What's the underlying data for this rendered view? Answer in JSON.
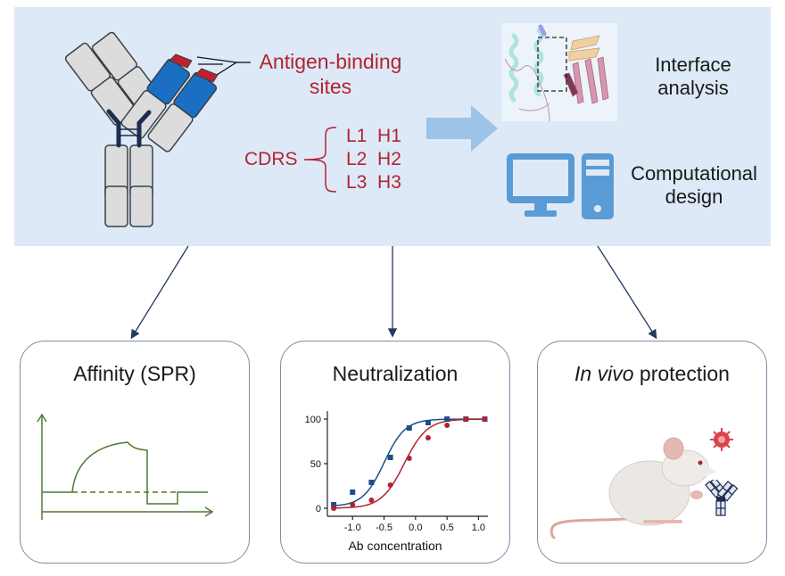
{
  "top_panel": {
    "antigen_label_line1": "Antigen-binding",
    "antigen_label_line2": "sites",
    "cdrs_label": "CDRS",
    "cdr_rows": [
      "L1  H1",
      "L2  H2",
      "L3  H3"
    ],
    "interface_line1": "Interface",
    "interface_line2": "analysis",
    "computational_line1": "Computational",
    "computational_line2": "design",
    "icons": [
      "antibody-icon",
      "protein-structure-icon",
      "computer-icon",
      "arrow-right-icon"
    ]
  },
  "cards": {
    "affinity": {
      "title": "Affinity (SPR)"
    },
    "neutralization": {
      "title": "Neutralization"
    },
    "in_vivo": {
      "title_italic": "In vivo",
      "title_rest": " protection"
    }
  },
  "colors": {
    "panel_bg": "#dde9f7",
    "accent_red": "#b2242f",
    "accent_blue": "#1c4f8a",
    "spr_green": "#4d7a34",
    "arrow_blue": "#9dc3e6",
    "computer_blue": "#5b9bd5"
  },
  "chart_data": {
    "type": "scatter",
    "title": "Neutralization",
    "xlabel": "Ab concentration",
    "ylabel": "",
    "xlim": [
      -1.4,
      1.15
    ],
    "ylim": [
      -5,
      105
    ],
    "x_ticks": [
      "-1.0",
      "-0.5",
      "0.0",
      "0.5",
      "1.0"
    ],
    "y_ticks": [
      "0",
      "50",
      "100"
    ],
    "grid": false,
    "series": [
      {
        "name": "Blue series",
        "color": "#1c4f8a",
        "marker": "square",
        "x": [
          -1.3,
          -1.0,
          -0.7,
          -0.4,
          -0.1,
          0.2,
          0.5,
          0.8,
          1.1
        ],
        "y": [
          4,
          18,
          29,
          57,
          90,
          96,
          100,
          100,
          100
        ],
        "fit_ec50": -0.5,
        "fit_hill": 2.6
      },
      {
        "name": "Red series",
        "color": "#b2242f",
        "marker": "circle",
        "x": [
          -1.3,
          -1.0,
          -0.7,
          -0.4,
          -0.1,
          0.2,
          0.5,
          0.8,
          1.1
        ],
        "y": [
          0,
          4,
          9,
          26,
          56,
          79,
          93,
          100,
          100
        ],
        "fit_ec50": -0.18,
        "fit_hill": 2.4
      }
    ]
  }
}
